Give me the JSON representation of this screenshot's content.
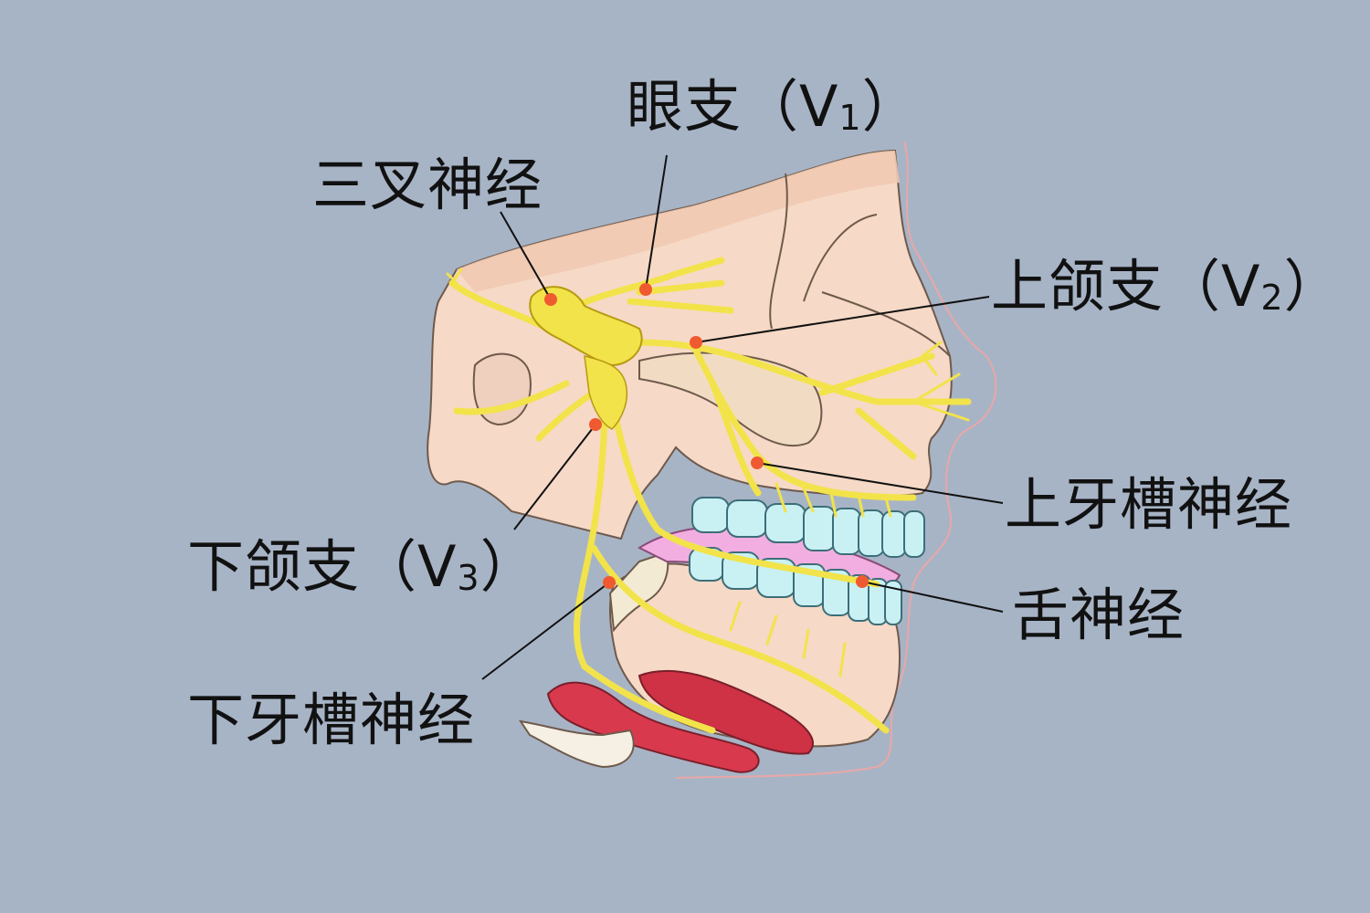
{
  "labels": {
    "trigeminal": "三叉神经",
    "ophthalmic_prefix": "眼支（V",
    "ophthalmic_sub": "1",
    "ophthalmic_suffix": "）",
    "maxillary_prefix": "上颌支（V",
    "maxillary_sub": "2",
    "maxillary_suffix": "）",
    "mandibular_prefix": "下颌支（V",
    "mandibular_sub": "3",
    "mandibular_suffix": "）",
    "superior_alveolar": "上牙槽神经",
    "lingual": "舌神经",
    "inferior_alveolar": "下牙槽神经"
  },
  "colors": {
    "background": "#a7b4c6",
    "nerve": "#f2e34a",
    "nerve_outline": "#b79a10",
    "marker": "#ef5a30",
    "bone": "#f6d9c6",
    "teeth": "#c9f1f4",
    "gum": "#f2aee0",
    "muscle": "#d9394d",
    "leader": "#111111"
  }
}
